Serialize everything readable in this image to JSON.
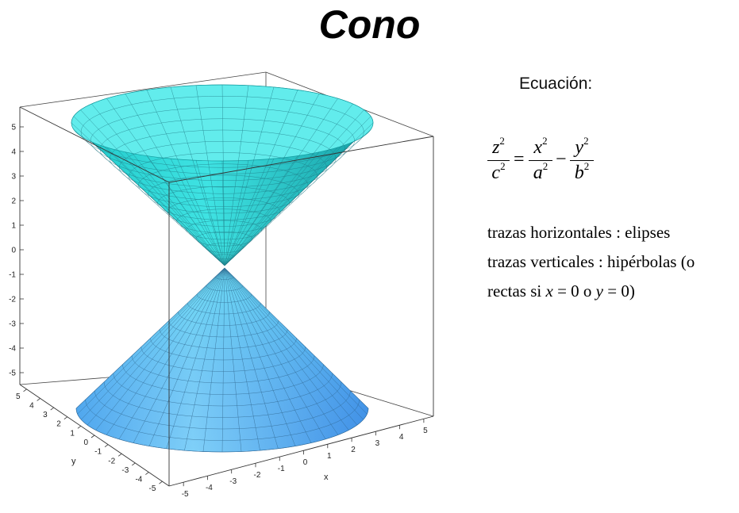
{
  "title": "Cono",
  "equation": {
    "label": "Ecuación:",
    "lhs_num": "z",
    "lhs_den": "c",
    "rhs1_num": "x",
    "rhs1_den": "a",
    "rhs2_num": "y",
    "rhs2_den": "b",
    "exp": "2",
    "equals": "=",
    "minus": "−"
  },
  "traces": {
    "line1": "trazas horizontales : elipses",
    "line2": "trazas verticales : hipérbolas (o",
    "line3_pre": "rectas si ",
    "line3_x": "x",
    "line3_mid": " = 0 o ",
    "line3_y": "y",
    "line3_post": " = 0)"
  },
  "plot": {
    "z_ticks": [
      "5",
      "4",
      "3",
      "2",
      "1",
      "0",
      "-1",
      "-2",
      "-3",
      "-4",
      "-5"
    ],
    "y_ticks": [
      "5",
      "4",
      "3",
      "2",
      "1",
      "0",
      "-1",
      "-2",
      "-3",
      "-4",
      "-5"
    ],
    "x_ticks": [
      "-5",
      "-4",
      "-3",
      "-2",
      "-1",
      "0",
      "1",
      "2",
      "3",
      "4",
      "5"
    ],
    "x_label": "x",
    "y_label": "y",
    "colors": {
      "top_surface": "#35dcdc",
      "top_rim": "#6ff2f2",
      "bottom_surface": "#5fb8f4",
      "mesh": "#1f6f80"
    }
  }
}
